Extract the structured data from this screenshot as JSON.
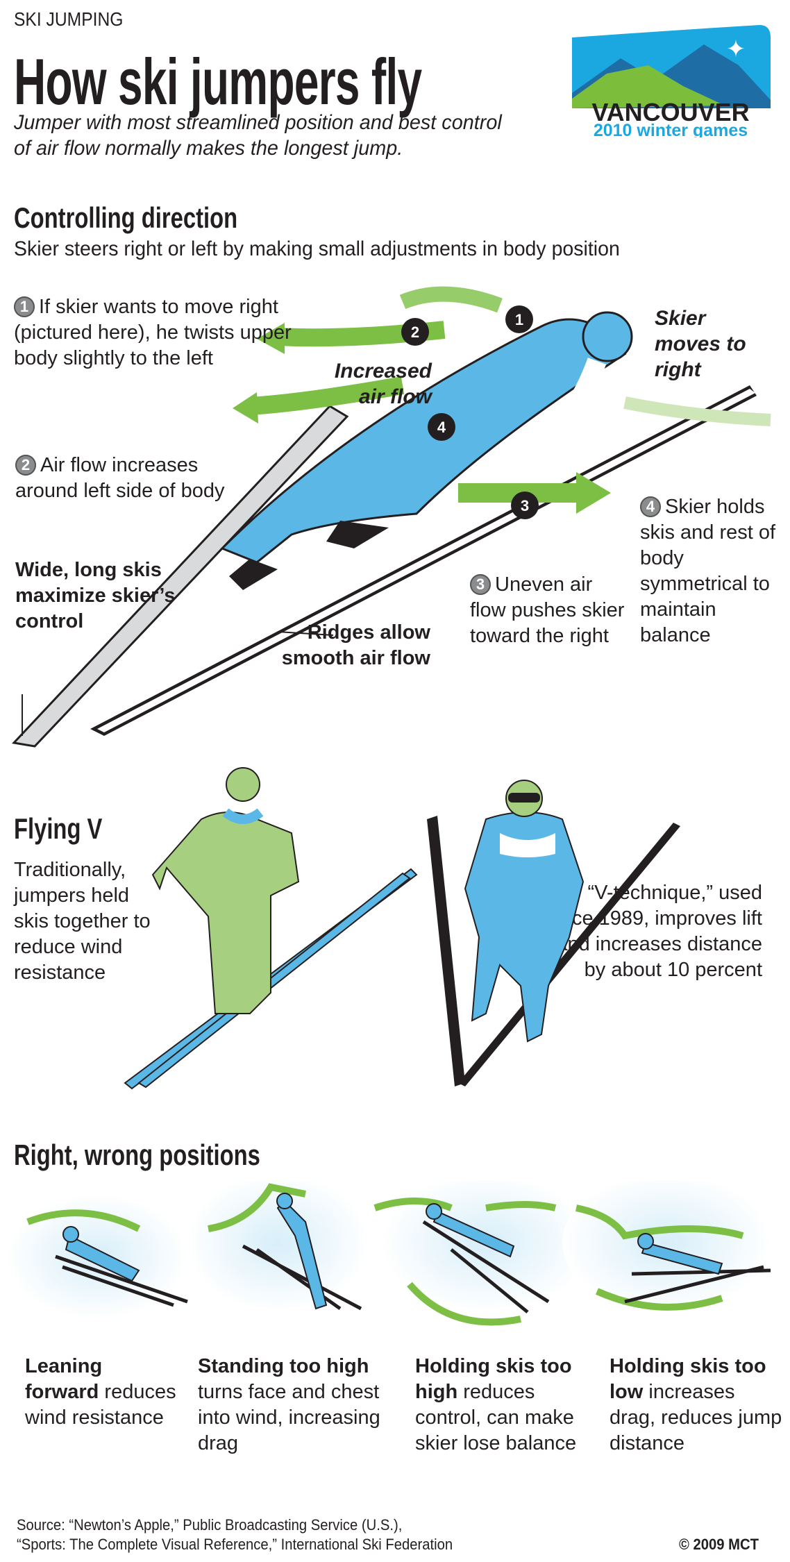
{
  "header": {
    "kicker": "SKI JUMPING",
    "title": "How ski jumpers fly",
    "subtitle": "Jumper with most streamlined position and best control of air flow normally makes the longest jump.",
    "logo": {
      "word": "VANCOUVER",
      "tagline": "2010 winter games"
    }
  },
  "controlling": {
    "heading": "Controlling direction",
    "intro": "Skier steers right or left by making small adjustments in body position",
    "steps": [
      {
        "num": "1",
        "text": "If skier wants to move right (pictured here), he twists upper body slightly to the left"
      },
      {
        "num": "2",
        "text": "Air flow increases around left side of body"
      },
      {
        "num": "3",
        "text": "Uneven air flow pushes skier toward the right"
      },
      {
        "num": "4",
        "text": "Skier holds skis and rest of body symmetrical to maintain balance"
      }
    ],
    "labels": {
      "moves_right": "Skier moves to right",
      "increased_air": "Increased air flow",
      "wide_skis": "Wide, long skis maximize skier’s control",
      "ridges": "Ridges allow smooth air flow"
    }
  },
  "flying_v": {
    "heading": "Flying V",
    "traditional": "Traditionally, jumpers held skis together to reduce wind resistance",
    "v_technique": "“V-technique,” used since 1989, improves lift and increases distance by about 10 percent"
  },
  "positions": {
    "heading": "Right, wrong positions",
    "items": [
      {
        "bold": "Leaning forward",
        "text": "reduces wind resistance"
      },
      {
        "bold": "Standing too high",
        "text": "turns face and chest into wind, increasing drag"
      },
      {
        "bold": "Holding skis too high",
        "text": "reduces control, can make skier lose balance"
      },
      {
        "bold": "Holding skis too low",
        "text": "increases drag, reduces jump distance"
      }
    ]
  },
  "footer": {
    "source_line1": "Source: “Newton’s Apple,” Public Broadcasting Service (U.S.),",
    "source_line2": "“Sports: The Complete Visual Reference,” International Ski Federation",
    "copyright": "© 2009 MCT"
  },
  "colors": {
    "blue": "#5bb8e6",
    "green": "#7dbf45",
    "dark": "#231f20"
  }
}
